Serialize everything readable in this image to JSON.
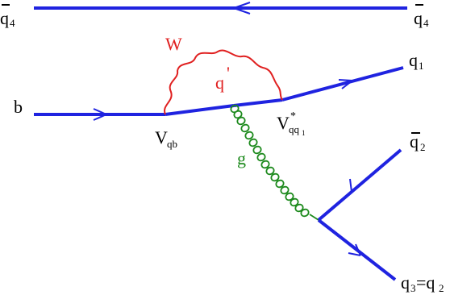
{
  "labels": {
    "antiquark4": "q",
    "sub4": "4",
    "b": "b",
    "q1": "q",
    "q1_sub": "1",
    "antiquark2": "q",
    "antiquark2_sub": "2",
    "q3": "q",
    "q3_sub": "3",
    "q3_eq": "=q",
    "q3_sub2": "2",
    "W": "W",
    "qprime": "q",
    "qprime_mark": "'",
    "g": "g",
    "V": "V",
    "Vqb_sub": "qb",
    "Vqq_sub": "qq",
    "Vqq_sub1": "1",
    "Vqq_star": "*"
  },
  "colors": {
    "quark": "#1f23e0",
    "boson_W": "#e02020",
    "gluon": "#1d8a1d",
    "text": "#000000"
  },
  "icons": [
    "arrow-icon"
  ]
}
